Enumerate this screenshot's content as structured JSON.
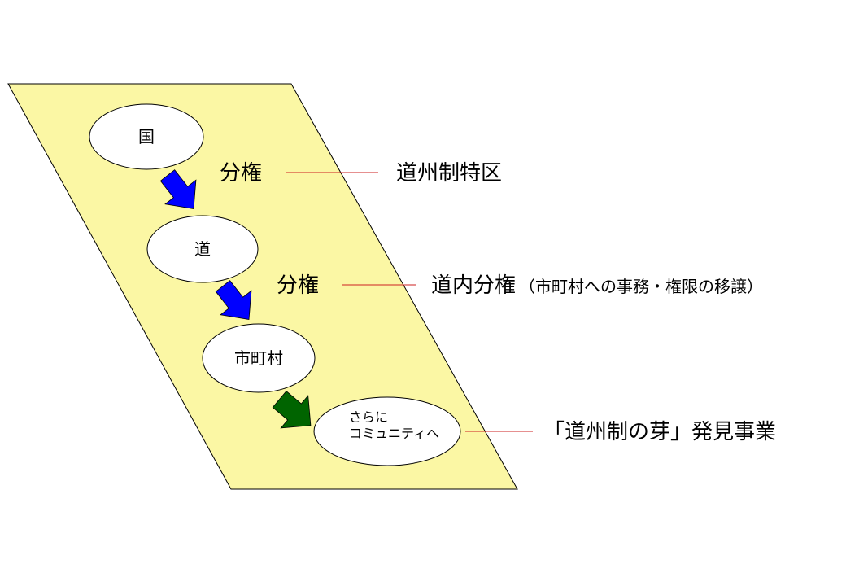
{
  "nodes": {
    "country": "国",
    "prefecture": "道",
    "municipality": "市町村",
    "community_line1": "さらに",
    "community_line2": "コミュニティへ"
  },
  "labels": {
    "decentralization_1": "分権",
    "decentralization_2": "分権",
    "special_zone": "道州制特区",
    "intra_decentralization": "道内分権",
    "intra_decentralization_note": "（市町村への事務・権限の移譲）",
    "discovery_project": "「道州制の芽」発見事業"
  },
  "colors": {
    "band": "#fbf7a4",
    "arrow_blue": "#0000ff",
    "arrow_green": "#006400",
    "connector": "#cc2222"
  }
}
